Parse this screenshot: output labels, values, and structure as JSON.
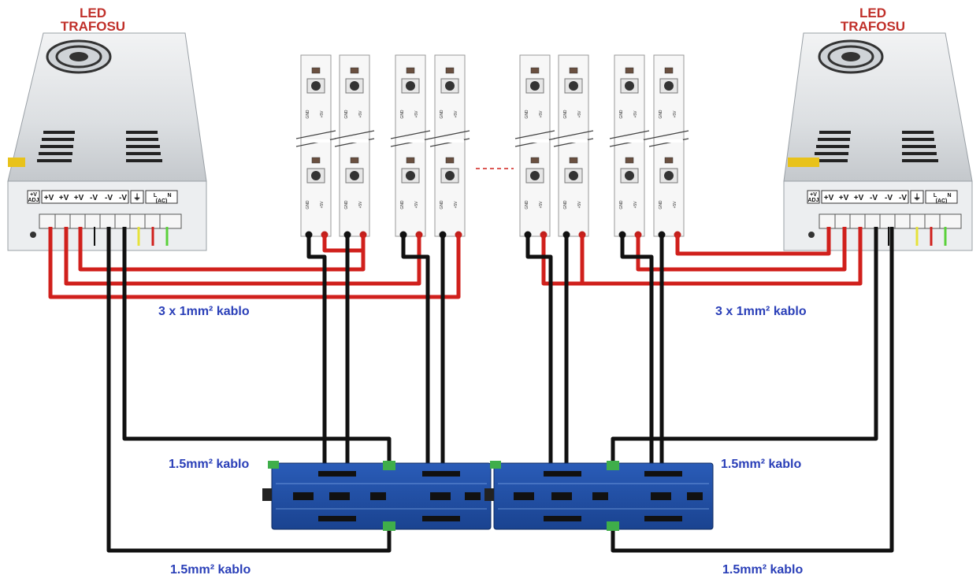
{
  "power_supplies": [
    {
      "title_line1": "LED",
      "title_line2": "TRAFOSU",
      "terminals": [
        "+V",
        "+V",
        "+V",
        "-V",
        "-V",
        "-V"
      ],
      "adj_label_top": "+V",
      "adj_label_bottom": "ADJ",
      "ground_symbol": "⏚",
      "ac_label_l": "L",
      "ac_label_n": "N",
      "ac_label_ac": "(AC)"
    },
    {
      "title_line1": "LED",
      "title_line2": "TRAFOSU",
      "terminals": [
        "+V",
        "+V",
        "+V",
        "-V",
        "-V",
        "-V"
      ],
      "adj_label_top": "+V",
      "adj_label_bottom": "ADJ",
      "ground_symbol": "⏚",
      "ac_label_l": "L",
      "ac_label_n": "N",
      "ac_label_ac": "(AC)"
    }
  ],
  "cable_labels": {
    "red_left": "3 x 1mm² kablo",
    "red_right": "3 x 1mm² kablo",
    "black_mid_left": "1.5mm² kablo",
    "black_mid_right": "1.5mm² kablo",
    "black_bottom_left": "1.5mm² kablo",
    "black_bottom_right": "1.5mm² kablo"
  },
  "strip_pad_labels": {
    "gnd": "GND",
    "plus5v": "+5V"
  },
  "colors": {
    "title_red": "#c0302a",
    "label_blue": "#2a3fb8",
    "wire_red": "#d0201c",
    "wire_black": "#111111",
    "board_blue": "#1f4fa8",
    "psu_silver": "#dfe1e3"
  }
}
